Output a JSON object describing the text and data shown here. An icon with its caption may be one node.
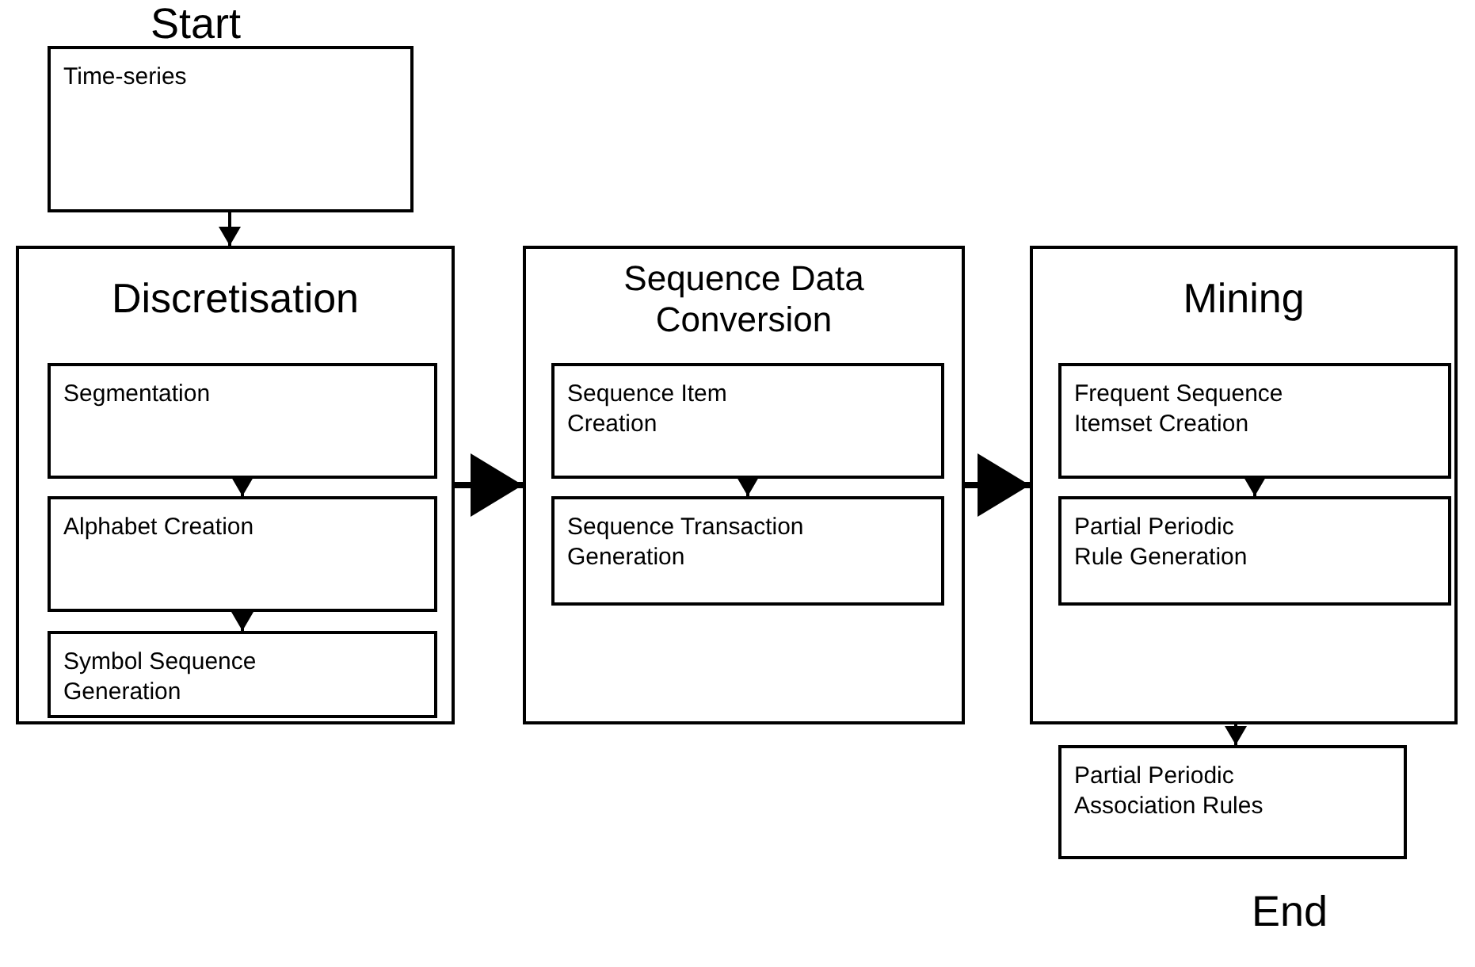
{
  "diagram": {
    "nodes": [
      {
        "text": [
          "Time-series"
        ]
      },
      {
        "text": [
          "Discretisation"
        ]
      },
      {
        "text": [
          "Segmentation"
        ],
        "in": 1
      },
      {
        "text": [
          "Alphabet Creation"
        ],
        "in": 1
      },
      {
        "text": [
          "Symbol Sequence Generation"
        ],
        "in": 1
      },
      {
        "text": [
          "Sequence Data Conversion"
        ]
      },
      {
        "text": [
          "Sequence Item Creation"
        ],
        "in": 5
      },
      {
        "text": [
          "Sequence Transaction Generation"
        ],
        "in": 5
      },
      {
        "text": [
          "Mining"
        ]
      },
      {
        "text": [
          "Frequent Sequence Itemset Creation"
        ],
        "in": 8
      },
      {
        "text": [
          "Partial Periodic Rule Generation"
        ],
        "in": 8
      },
      {
        "text": [
          "Partial Periodic Association Rules"
        ]
      }
    ],
    "edges": [
      {
        "from": 0,
        "to": 1,
        "arrow": "to"
      },
      {
        "from": 2,
        "to": 3,
        "arrow": "to"
      },
      {
        "from": 3,
        "to": 4,
        "arrow": "to"
      },
      {
        "from": 1,
        "to": 5,
        "arrow": "to",
        "style": "thick"
      },
      {
        "from": 6,
        "to": 7,
        "arrow": "to"
      },
      {
        "from": 5,
        "to": 8,
        "arrow": "to",
        "style": "thick"
      },
      {
        "from": 9,
        "to": 10,
        "arrow": "to"
      },
      {
        "from": 8,
        "to": 11,
        "arrow": "to"
      }
    ],
    "labels": [
      "Start",
      "End"
    ]
  }
}
